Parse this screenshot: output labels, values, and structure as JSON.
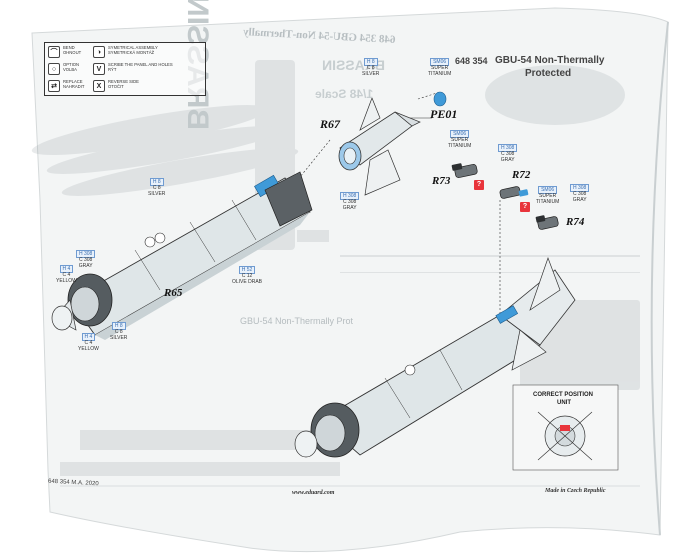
{
  "sheet": {
    "title_main": "GBU-54 Non-Thermally",
    "title_sub": "Protected",
    "part_number": "648 354",
    "title_mirror_top": "648 354 GBU-54 Non-Thermally",
    "brand_mirror": "BRASSIN",
    "brand_mirror_small": "BRASSIN",
    "scale_mirror": "1/48 Scale",
    "footer_site": "www.eduard.com",
    "footer_origin": "Made in Czech Republic",
    "footer_code": "648 354   M.A. 2020",
    "faded_subtitle": "GBU-54 Non-Thermally Prot"
  },
  "legend": {
    "items": [
      {
        "icon": "bend-icon",
        "glyph": "⌒",
        "text": "BEND\nOHNOUT"
      },
      {
        "icon": "symmetrical-icon",
        "glyph": "◑",
        "text": "SYMETRICAL ASSEMBLY\nSYMETRICKÁ MONTÁŽ"
      },
      {
        "icon": "option-icon",
        "glyph": "○",
        "text": "OPTION\nVOLBA"
      },
      {
        "icon": "scribe-icon",
        "glyph": "V",
        "text": "SCRIBE THE PANEL AND HOLES\nRÝT"
      },
      {
        "icon": "replace-icon",
        "glyph": "⇄",
        "text": "REPLACE\nNAHRADIT"
      },
      {
        "icon": "reverse-icon",
        "glyph": "X",
        "text": "REVERSE SIDE\nOTOČIT"
      }
    ]
  },
  "parts": {
    "r67": "R67",
    "pe01": "PE01",
    "r65": "R65",
    "r72": "R72",
    "r73": "R73",
    "r74": "R74"
  },
  "callouts": {
    "silver_top": {
      "code": "H 8",
      "line1": "C 8",
      "line2": "SILVER"
    },
    "titanium_pe": {
      "code": "SM06",
      "line1": "SUPER",
      "line2": "TITANIUM"
    },
    "titanium_r73": {
      "code": "SM06",
      "line1": "SUPER",
      "line2": "TITANIUM"
    },
    "gray_r73": {
      "code": "H 308",
      "line1": "C 308",
      "line2": "GRAY"
    },
    "gray_mid": {
      "code": "H 308",
      "line1": "C 308",
      "line2": "GRAY"
    },
    "titanium_r74": {
      "code": "SM06",
      "line1": "SUPER",
      "line2": "TITANIUM"
    },
    "gray_r74": {
      "code": "H 308",
      "line1": "C 308",
      "line2": "GRAY"
    },
    "silver_left": {
      "code": "H 8",
      "line1": "C 8",
      "line2": "SILVER"
    },
    "olive": {
      "code": "H 52",
      "line1": "C 12",
      "line2": "OLIVE DRAB"
    },
    "gray_nose": {
      "code": "H 308",
      "line1": "C 308",
      "line2": "GRAY"
    },
    "yellow_nose": {
      "code": "H 4",
      "line1": "C 4",
      "line2": "YELLOW"
    },
    "silver_bottom": {
      "code": "H 8",
      "line1": "C 8",
      "line2": "SILVER"
    },
    "yellow_bottom": {
      "code": "H 4",
      "line1": "C 4",
      "line2": "YELLOW"
    }
  },
  "position_box": {
    "title_line1": "CORRECT POSITION",
    "title_line2": "UNIT"
  },
  "colors": {
    "page": "#f4f6f6",
    "bomb": "#dfe6e8",
    "accent_blue": "#3f9ad8",
    "callout_blue": "#3b6fb0",
    "warning_red": "#e8343b"
  }
}
